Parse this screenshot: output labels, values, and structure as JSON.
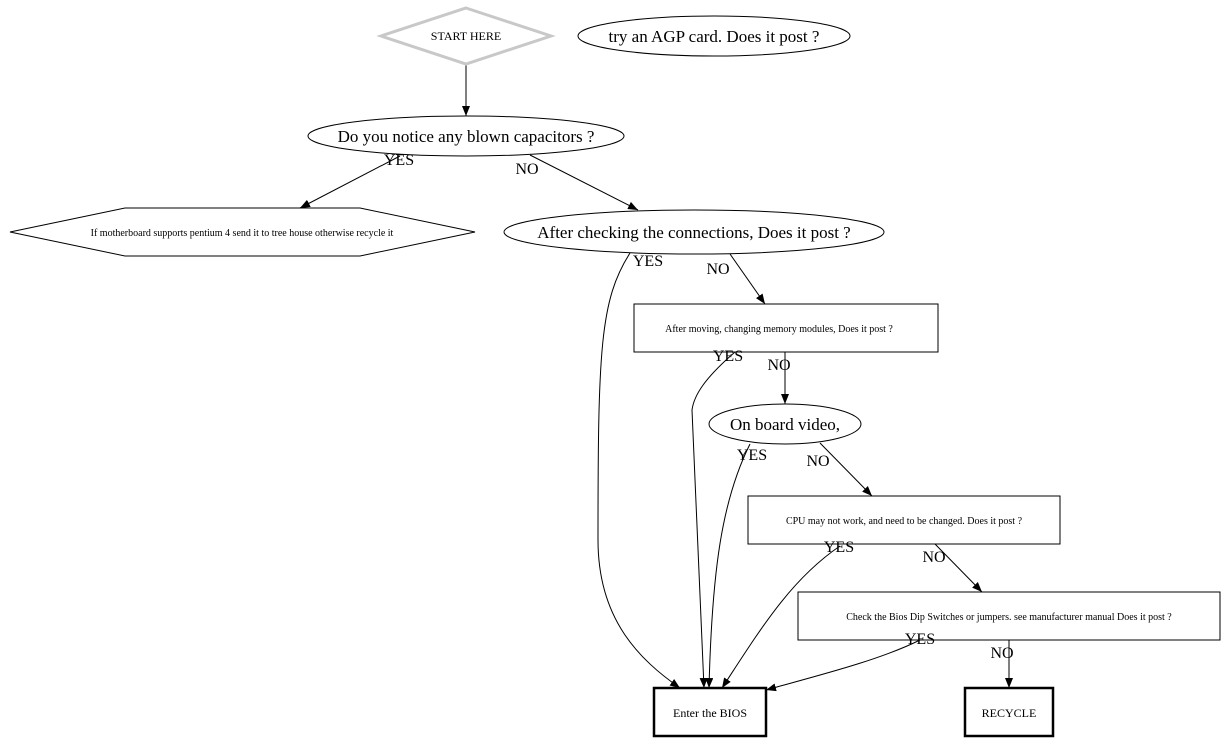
{
  "nodes": {
    "start": "START HERE",
    "agp": "try an AGP card. Does it post ?",
    "capacitors": "Do you notice any blown capacitors ?",
    "pentium": "If motherboard supports pentium 4 send it to tree house otherwise recycle it",
    "connections": "After checking the connections, Does it post ?",
    "memory": "After moving, changing memory modules, Does it post ?",
    "video": "On board video,",
    "cpu": "CPU may not work, and need to be changed. Does it post ?",
    "bios_dip": "Check the Bios Dip Switches or jumpers. see manufacturer manual Does it post ?",
    "enter_bios": "Enter the BIOS",
    "recycle": "RECYCLE"
  },
  "edge_labels": {
    "capacitors_yes": "YES",
    "capacitors_no": "NO",
    "connections_yes": "YES",
    "connections_no": "NO",
    "memory_yes": "YES",
    "memory_no": "NO",
    "video_yes": "YES",
    "video_no": "NO",
    "cpu_yes": "YES",
    "cpu_no": "NO",
    "bios_dip_yes": "YES",
    "bios_dip_no": "NO"
  },
  "colors": {
    "start_border": "#c8c8c8",
    "line": "#000000",
    "background": "#ffffff"
  }
}
